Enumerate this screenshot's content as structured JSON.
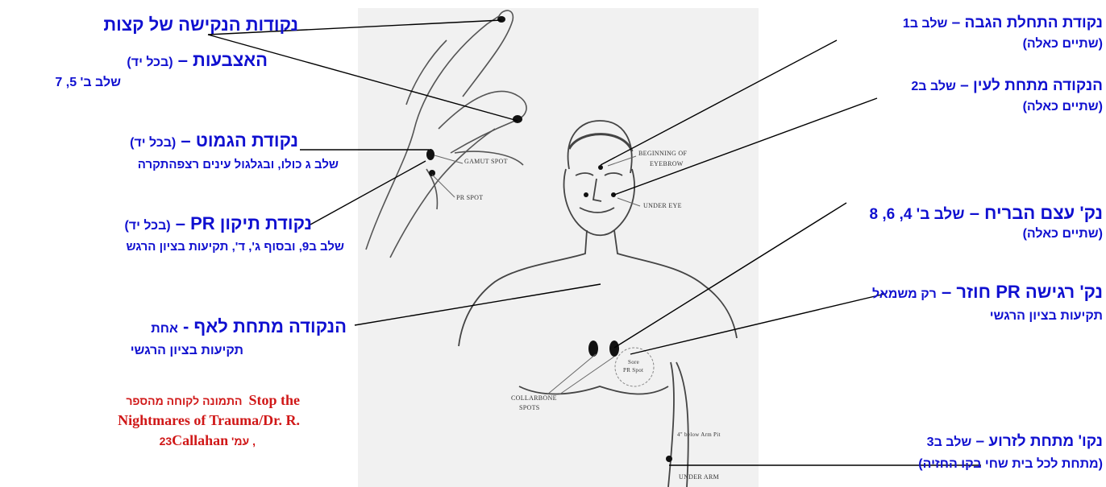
{
  "left": {
    "fingertips": {
      "line1": "נקודות הנקישה של קצות",
      "line2_main": "האצבעות – ",
      "line2_sub": "(בכל יד)",
      "line3": "שלב ב' 5, 7"
    },
    "gamut": {
      "line1_main": "נקודת הגמוט – ",
      "line1_sub": "(בכל יד)",
      "line2": "שלב ג כולו, ובגלגול עינים רצפהתקרה"
    },
    "pr": {
      "line1_main": "נקודת תיקון PR – ",
      "line1_sub": "(בכל יד)",
      "line2": "שלב ב9, ובסוף ג', ד', תקיעות בציון הרגש"
    },
    "undernose": {
      "line1_main": "הנקודה מתחת לאף - ",
      "line1_sub": "אחת",
      "line2": "תקיעות בציון הרגשי"
    },
    "source": {
      "line1_en": "Stop the",
      "line1_he": "התמונה לקוחה מהספר",
      "line2": "Nightmares of Trauma/Dr. R.",
      "line3_en": "Callahan",
      "line3_he": ", עמ' 23"
    }
  },
  "right": {
    "eyebrow": {
      "line1_main": "נקודת התחלת הגבה – ",
      "line1_sub": "שלב ב1",
      "line2": "(שתיים כאלה)"
    },
    "undereye": {
      "line1_main": "הנקודה מתחת לעין – ",
      "line1_sub": "שלב ב2",
      "line2": "(שתיים כאלה)"
    },
    "collarbone": {
      "line1_main": "נק' עצם הבריח – ",
      "line1_sub": "שלב ב' 4, 6, 8",
      "line2": "(שתיים כאלה)"
    },
    "sore": {
      "line1_main": "נק' רגישה PR חוזר – ",
      "line1_sub": "רק משמאל",
      "line2": "תקיעות בציון הרגשי"
    },
    "underarm": {
      "line1_main": "נקו' מתחת לזרוע – ",
      "line1_sub": "שלב ב3",
      "line2": "(מתחת לכל בית שחי בקו החזיה)"
    }
  },
  "figure": {
    "gamut_spot": "GAMUT SPOT",
    "pr_spot": "PR SPOT",
    "beginning_eyebrow_1": "BEGINNING OF",
    "beginning_eyebrow_2": "EYEBROW",
    "under_eye": "UNDER EYE",
    "collarbone_1": "COLLARBONE",
    "collarbone_2": "SPOTS",
    "pr_spot_chest_1": "Sore",
    "pr_spot_chest_2": "PR Spot",
    "below_arm": "4\" below Arm Pit",
    "under_arm": "UNDER ARM"
  },
  "colors": {
    "label": "#1010d0",
    "source": "#d01818",
    "photo_bg": "#f1f1f1"
  }
}
